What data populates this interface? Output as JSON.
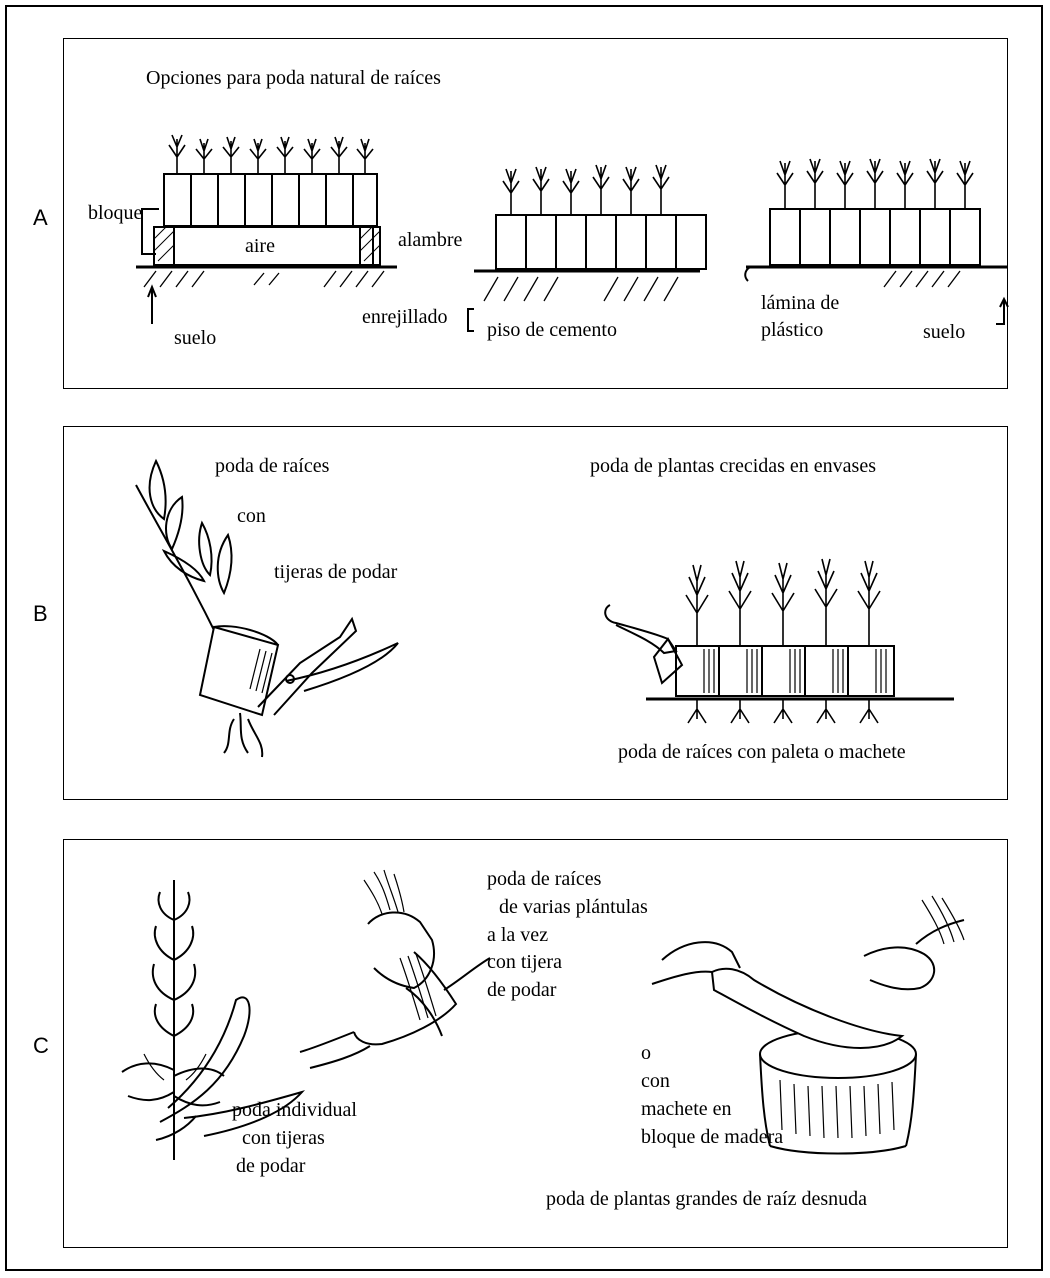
{
  "panels": {
    "a": {
      "letter": "A",
      "title": "Opciones para poda natural de raíces",
      "labels": {
        "bloque": "bloque",
        "aire": "aire",
        "alambre": "alambre",
        "suelo_left": "suelo",
        "enrejillado": "enrejillado",
        "piso": "piso de cemento",
        "lamina_1": "lámina de",
        "lamina_2": "plástico",
        "suelo_right": "suelo"
      }
    },
    "b": {
      "letter": "B",
      "labels": {
        "poda_raices": "poda de raíces",
        "con": "con",
        "tijeras": "tijeras de podar",
        "plantas_envases": "poda de plantas crecidas en envases",
        "paleta": "poda de raíces con paleta o machete"
      }
    },
    "c": {
      "letter": "C",
      "labels": {
        "varias_1": "poda de raíces",
        "varias_2": "de varias plántulas",
        "varias_3": "a la vez",
        "varias_4": "con tijera",
        "varias_5": "de  podar",
        "individual_1": "poda individual",
        "individual_2": "con tijeras",
        "individual_3": "de podar",
        "o": "o",
        "machete_1": "con",
        "machete_2": "machete en",
        "machete_3": "bloque de madera",
        "grandes": "poda de plantas grandes de raíz desnuda"
      }
    }
  }
}
